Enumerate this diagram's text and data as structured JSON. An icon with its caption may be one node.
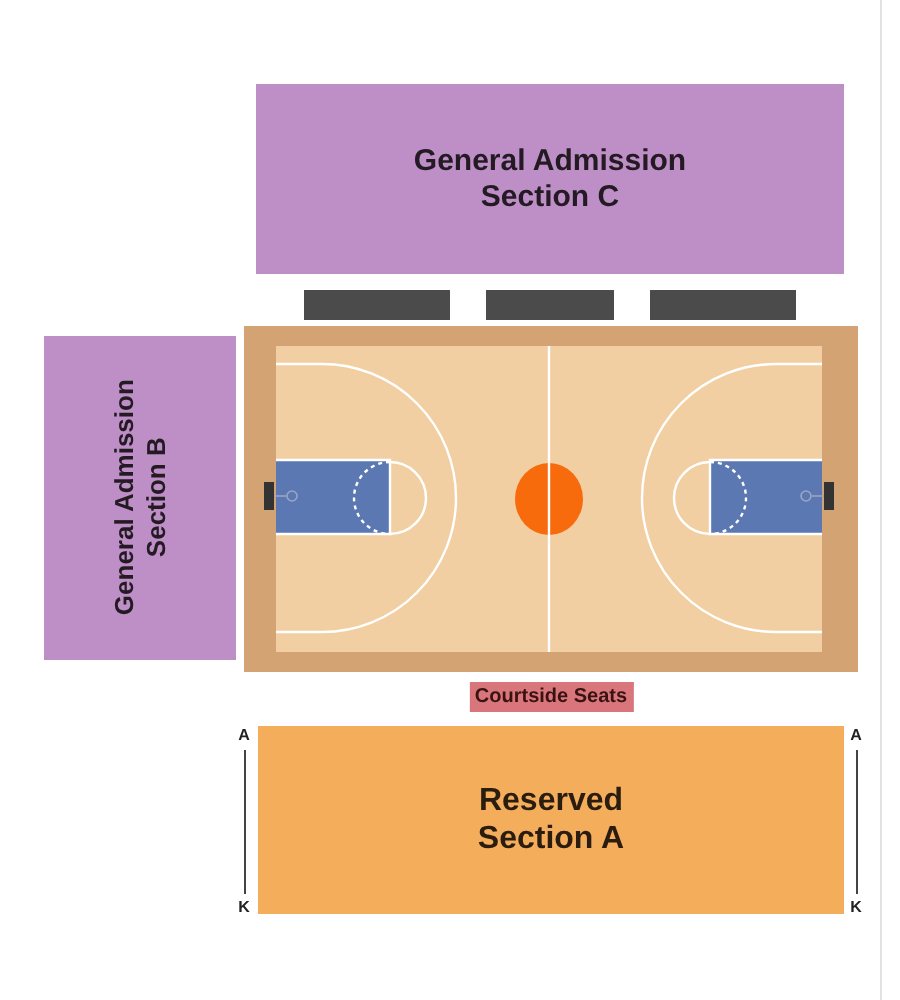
{
  "diagram": {
    "nodes": [
      {
        "text": [
          "General Admission Section C"
        ]
      },
      {
        "text": [],
        "shape": "bar"
      },
      {
        "text": [],
        "shape": "bar"
      },
      {
        "text": [],
        "shape": "bar"
      },
      {
        "text": [
          "General Admission Section B"
        ]
      },
      {
        "text": [
          "Courtside Seats"
        ]
      },
      {
        "text": [
          "Reserved Section A"
        ],
        "beside": [
          "A",
          "A",
          "K",
          "K"
        ]
      }
    ]
  }
}
